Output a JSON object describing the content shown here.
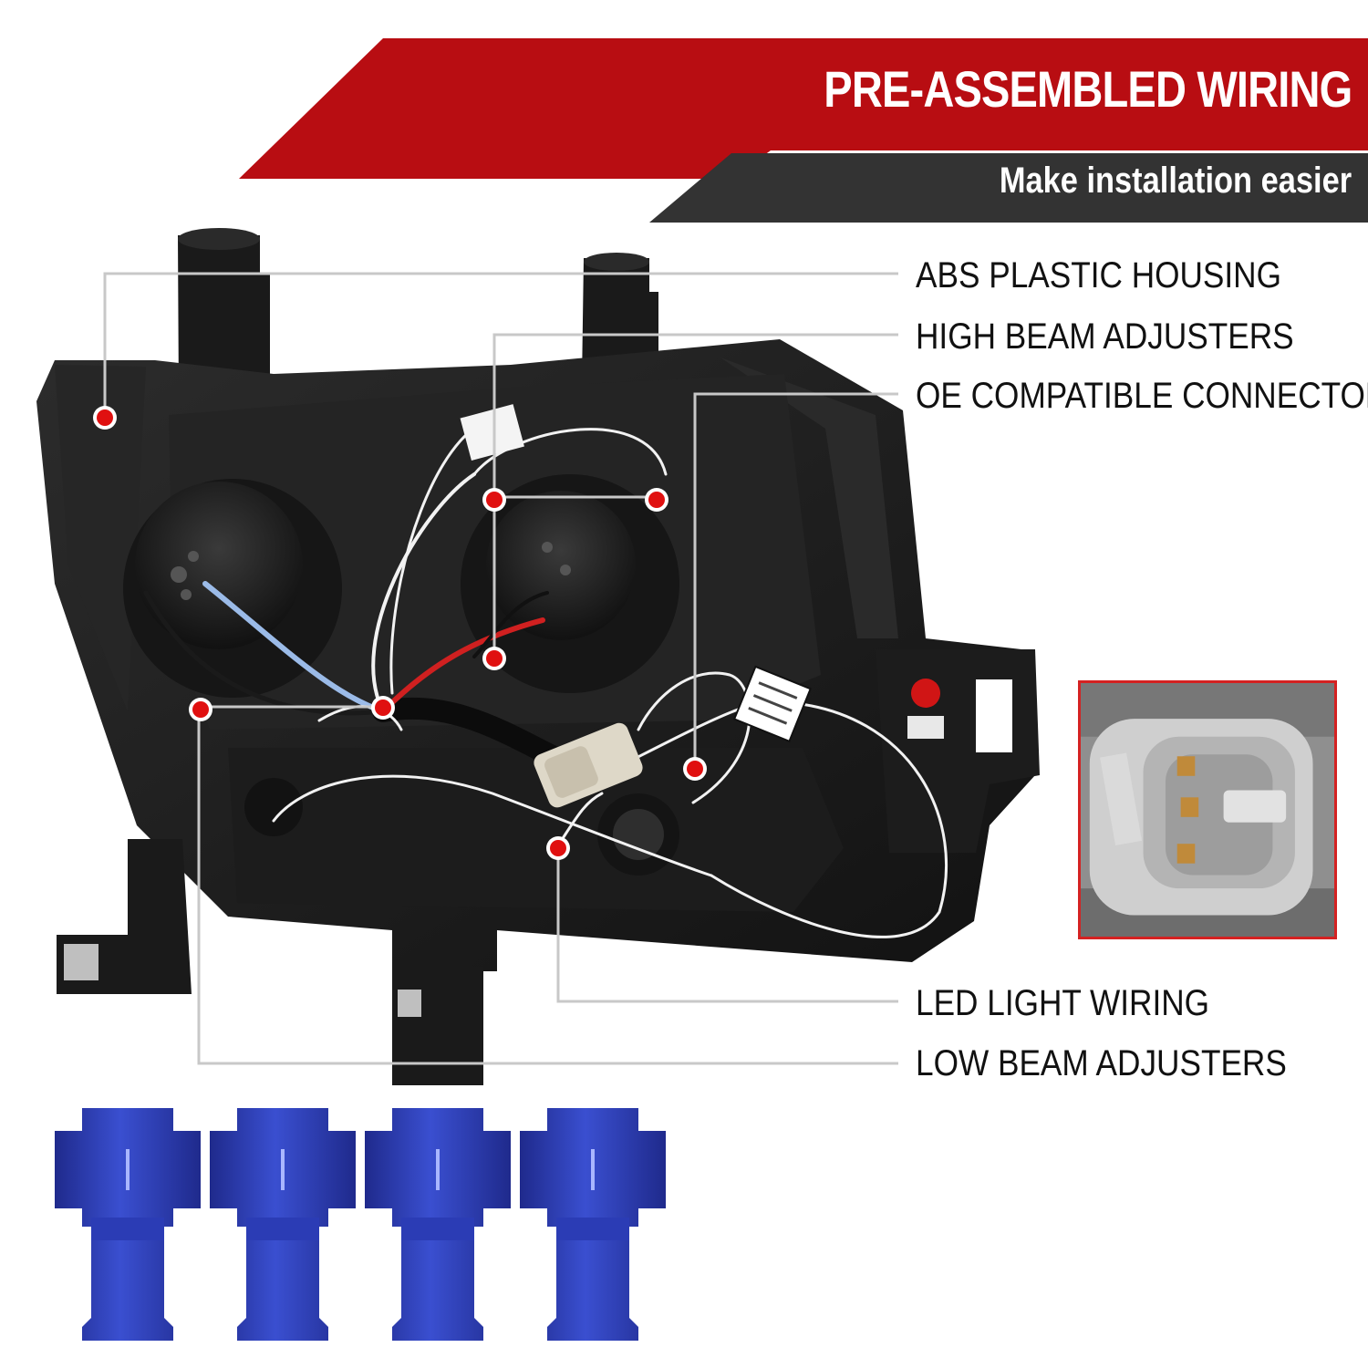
{
  "banner": {
    "title": "PRE-ASSEMBLED WIRING",
    "subtitle": "Make installation easier",
    "title_color": "#b80d12",
    "subtitle_color": "#3a3a3a"
  },
  "features": {
    "abs_housing": "ABS PLASTIC HOUSING",
    "high_beam": "HIGH BEAM ADJUSTERS",
    "oe_connector": "OE COMPATIBLE CONNECTOR",
    "led_wiring": "LED LIGHT WIRING",
    "low_beam": "LOW BEAM ADJUSTERS"
  },
  "colors": {
    "marker": "#e01010",
    "leader_line": "#c8c8c8",
    "inset_border": "#d42222",
    "splice_connector": "#2a3bb5"
  },
  "icons": {
    "marker": "red-dot-marker",
    "splice": "wire-splice-connector"
  },
  "splice_connector_count": 4
}
